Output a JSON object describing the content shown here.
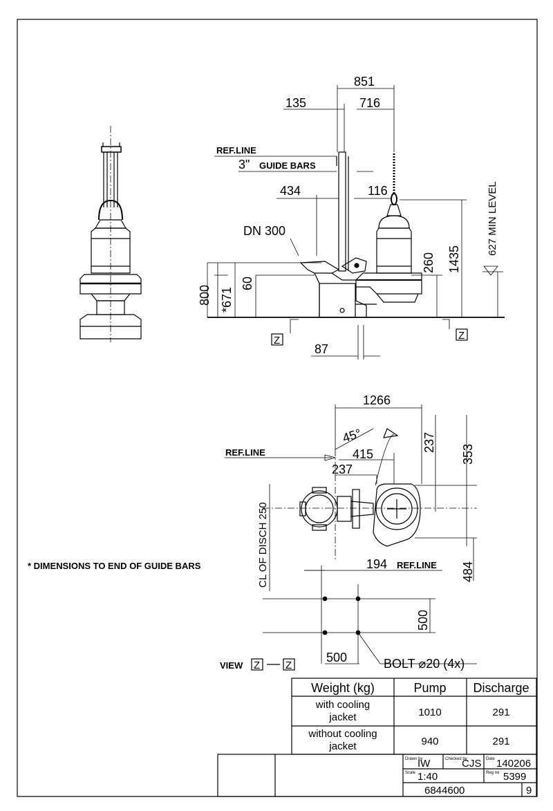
{
  "side_view": {
    "dim_851": "851",
    "dim_135": "135",
    "dim_716": "716",
    "ref_line": "REF.LINE",
    "guide_bars_num": "3\"",
    "guide_bars_text": "GUIDE BARS",
    "dim_434": "434",
    "dim_116": "116",
    "dn300": "DN 300",
    "dim_800": "800",
    "dim_671": "*671",
    "dim_60": "60",
    "dim_260": "260",
    "dim_1435": "1435",
    "min_level": "627 MIN LEVEL",
    "dim_87": "87",
    "z_marker": "Z"
  },
  "plan_view": {
    "dim_1266": "1266",
    "angle_45": "45°",
    "ref_line": "REF.LINE",
    "dim_415": "415",
    "dim_237_a": "237",
    "dim_237_b": "237",
    "dim_353": "353",
    "cl_disch": "CL OF DISCH 250",
    "dim_484": "484",
    "dim_194": "194",
    "ref_line_2": "REF.LINE",
    "dim_500_v": "500",
    "dim_500_h": "500",
    "bolt": "BOLT ⌀20 (4x)",
    "view_label": "VIEW",
    "z_marker": "Z"
  },
  "note": "* DIMENSIONS TO END OF GUIDE BARS",
  "weight_table": {
    "headers": [
      "Weight (kg)",
      "Pump",
      "Discharge"
    ],
    "rows": [
      {
        "label_line1": "with cooling",
        "label_line2": "jacket",
        "pump": "1010",
        "discharge": "291"
      },
      {
        "label_line1": "without cooling",
        "label_line2": "jacket",
        "pump": "940",
        "discharge": "291"
      }
    ]
  },
  "title_block": {
    "drawn_label": "Drawn by",
    "drawn_by": "IW",
    "checked_label": "Checked by",
    "checked_by": "CJS",
    "date_label": "Date",
    "date": "140206",
    "scale_label": "Scale",
    "scale": "1:40",
    "reg_label": "Reg no",
    "reg_no": "5399",
    "drawing_no": "6844600",
    "sheet": "9"
  }
}
